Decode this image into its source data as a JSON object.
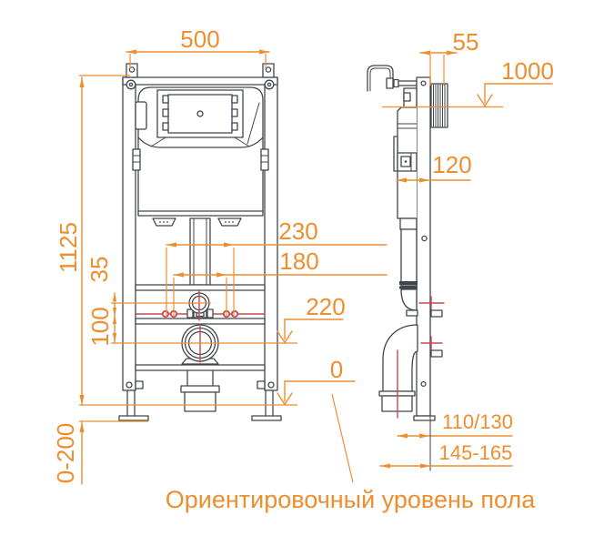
{
  "labels": {
    "frame_width": "500",
    "frame_height": "1125",
    "inlet_spacing": "35",
    "drain_spacing": "100",
    "leg_adjustment": "0-200",
    "fixing_outer": "230",
    "fixing_inner": "180",
    "drain_height": "220",
    "floor_level": "0",
    "button_depth": "55",
    "water_supply_height": "1000",
    "frame_depth": "120",
    "outlet_center_offset": "110/130",
    "outlet_edge_offset": "145-165",
    "floor_note": "Ориентировочный уровень пола"
  },
  "colors": {
    "dimension_orange": "#EE8E2E",
    "centerline_red": "#C5484F",
    "linework_gray": "#41464D",
    "background": "#FFFFFF"
  }
}
